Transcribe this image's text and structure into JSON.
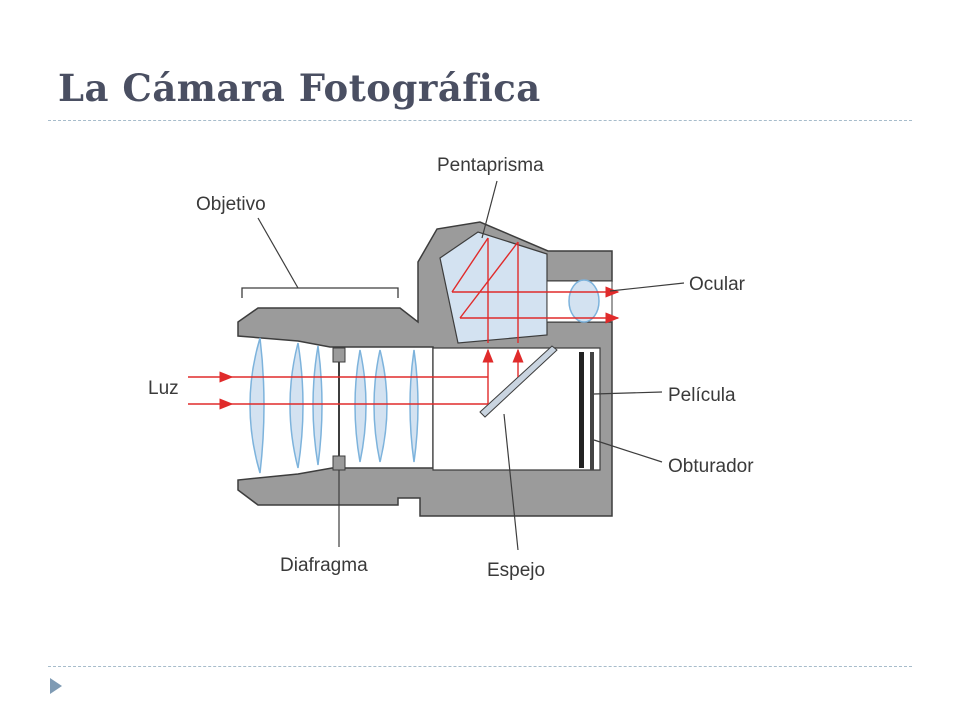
{
  "slide": {
    "title": "La Cámara Fotográfica"
  },
  "diagram": {
    "labels": {
      "pentaprism": "Pentaprisma",
      "objective": "Objetivo",
      "eyepiece": "Ocular",
      "light": "Luz",
      "film": "Película",
      "shutter": "Obturador",
      "diaphragm": "Diafragma",
      "mirror": "Espejo"
    },
    "colors": {
      "body": "#9b9b9b",
      "glass": "#d3e2f1",
      "lens_edge": "#7db3dc",
      "rays": "#e02b2b",
      "outline": "#3d3d3d"
    }
  }
}
